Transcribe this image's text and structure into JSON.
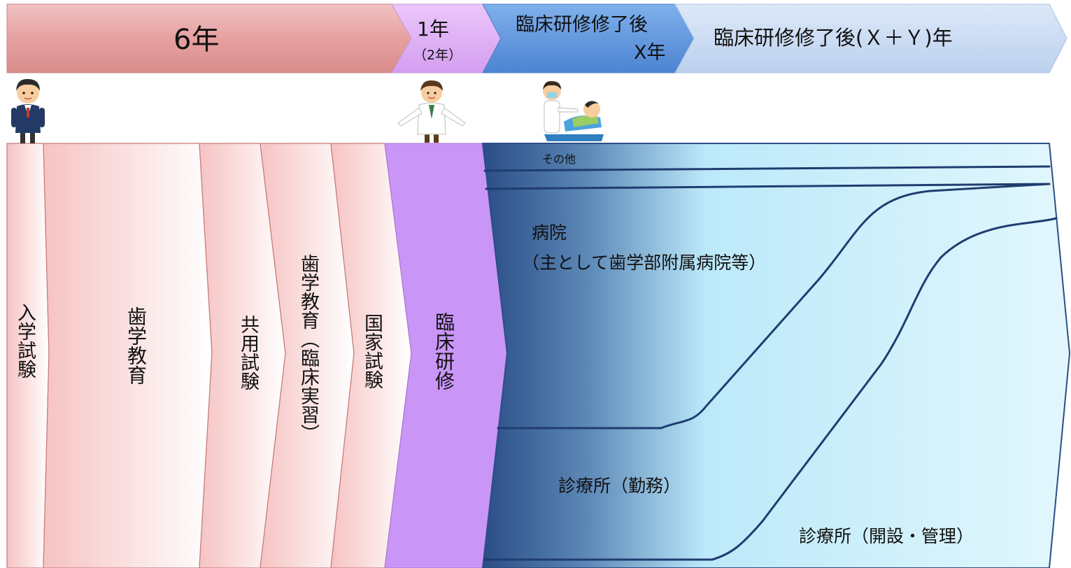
{
  "timeline": {
    "six_years": "6年",
    "one_year": "1年",
    "two_years": "（2年）",
    "after_x_line1": "臨床研修修了後",
    "after_x_line2": "X年",
    "after_xy": "臨床研修修了後(Ｘ＋Ｙ)年"
  },
  "stages": {
    "entrance_exam": "入学試験",
    "dental_education": "歯学教育",
    "common_exam": "共用試験",
    "clinical_practice": "歯学教育（臨床実習）",
    "national_exam": "国家試験",
    "clinical_training": "臨床研修"
  },
  "careers": {
    "other": "その他",
    "hospital_line1": "病院",
    "hospital_line2": "（主として歯学部附属病院等）",
    "clinic_employed": "診療所（勤務）",
    "clinic_owner": "診療所（開設・管理）"
  },
  "colors": {
    "timeline_red": "#e8a0a0",
    "timeline_purple": "#d9a6f2",
    "timeline_blue": "#5b8fd8",
    "timeline_lightblue": "#c6d8f2",
    "training_purple": "#c996f7",
    "career_navy": "#2b4e86",
    "career_cyan": "#c2ecfa",
    "line_navy": "#1f3d70"
  },
  "icons": [
    "student-icon",
    "resident-dentist-icon",
    "dentist-treating-patient-icon"
  ]
}
